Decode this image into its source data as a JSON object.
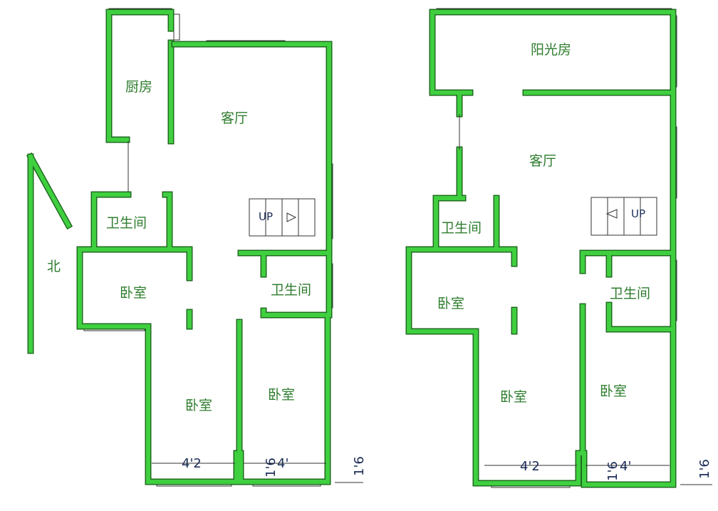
{
  "plan_left": {
    "rooms": {
      "kitchen": "厨房",
      "living": "客厅",
      "bath1": "卫生间",
      "bedroom1": "卧室",
      "bath2": "卫生间",
      "bedroom2": "卧室",
      "bedroom3": "卧室"
    },
    "stairs": "UP",
    "dims": {
      "a": "4'2",
      "b": "4'",
      "c": "1'6",
      "d": "1'6"
    }
  },
  "plan_right": {
    "rooms": {
      "sunroom": "阳光房",
      "living": "客厅",
      "bath1": "卫生间",
      "bedroom1": "卧室",
      "bath2": "卫生间",
      "bedroom2": "卧室",
      "bedroom3": "卧室"
    },
    "stairs": "UP",
    "dims": {
      "a": "4'2",
      "b": "4'",
      "c": "1'6",
      "d": "1'6"
    }
  },
  "north_label": "北",
  "colors": {
    "wall": "#3fcf3f",
    "wall_edge": "#1f6b1f",
    "label": "#2e7d2e",
    "dim": "#1a2a55"
  }
}
